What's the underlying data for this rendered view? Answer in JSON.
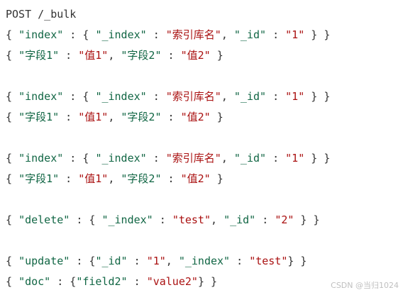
{
  "colors": {
    "key": "#116644",
    "string": "#aa1111",
    "punctuation": "#333333",
    "background": "#ffffff"
  },
  "code": {
    "request_line": "POST /_bulk",
    "lines": [
      [
        [
          "p",
          "{ "
        ],
        [
          "k",
          "\"index\""
        ],
        [
          "p",
          " : { "
        ],
        [
          "k",
          "\"_index\""
        ],
        [
          "p",
          " : "
        ],
        [
          "s",
          "\"索引库名\""
        ],
        [
          "p",
          ", "
        ],
        [
          "k",
          "\"_id\""
        ],
        [
          "p",
          " : "
        ],
        [
          "s",
          "\"1\""
        ],
        [
          "p",
          " } }"
        ]
      ],
      [
        [
          "p",
          "{ "
        ],
        [
          "k",
          "\"字段1\""
        ],
        [
          "p",
          " : "
        ],
        [
          "s",
          "\"值1\""
        ],
        [
          "p",
          ", "
        ],
        [
          "k",
          "\"字段2\""
        ],
        [
          "p",
          " : "
        ],
        [
          "s",
          "\"值2\""
        ],
        [
          "p",
          " }"
        ]
      ],
      [],
      [
        [
          "p",
          "{ "
        ],
        [
          "k",
          "\"index\""
        ],
        [
          "p",
          " : { "
        ],
        [
          "k",
          "\"_index\""
        ],
        [
          "p",
          " : "
        ],
        [
          "s",
          "\"索引库名\""
        ],
        [
          "p",
          ", "
        ],
        [
          "k",
          "\"_id\""
        ],
        [
          "p",
          " : "
        ],
        [
          "s",
          "\"1\""
        ],
        [
          "p",
          " } }"
        ]
      ],
      [
        [
          "p",
          "{ "
        ],
        [
          "k",
          "\"字段1\""
        ],
        [
          "p",
          " : "
        ],
        [
          "s",
          "\"值1\""
        ],
        [
          "p",
          ", "
        ],
        [
          "k",
          "\"字段2\""
        ],
        [
          "p",
          " : "
        ],
        [
          "s",
          "\"值2\""
        ],
        [
          "p",
          " }"
        ]
      ],
      [],
      [
        [
          "p",
          "{ "
        ],
        [
          "k",
          "\"index\""
        ],
        [
          "p",
          " : { "
        ],
        [
          "k",
          "\"_index\""
        ],
        [
          "p",
          " : "
        ],
        [
          "s",
          "\"索引库名\""
        ],
        [
          "p",
          ", "
        ],
        [
          "k",
          "\"_id\""
        ],
        [
          "p",
          " : "
        ],
        [
          "s",
          "\"1\""
        ],
        [
          "p",
          " } }"
        ]
      ],
      [
        [
          "p",
          "{ "
        ],
        [
          "k",
          "\"字段1\""
        ],
        [
          "p",
          " : "
        ],
        [
          "s",
          "\"值1\""
        ],
        [
          "p",
          ", "
        ],
        [
          "k",
          "\"字段2\""
        ],
        [
          "p",
          " : "
        ],
        [
          "s",
          "\"值2\""
        ],
        [
          "p",
          " }"
        ]
      ],
      [],
      [
        [
          "p",
          "{ "
        ],
        [
          "k",
          "\"delete\""
        ],
        [
          "p",
          " : { "
        ],
        [
          "k",
          "\"_index\""
        ],
        [
          "p",
          " : "
        ],
        [
          "s",
          "\"test\""
        ],
        [
          "p",
          ", "
        ],
        [
          "k",
          "\"_id\""
        ],
        [
          "p",
          " : "
        ],
        [
          "s",
          "\"2\""
        ],
        [
          "p",
          " } }"
        ]
      ],
      [],
      [
        [
          "p",
          "{ "
        ],
        [
          "k",
          "\"update\""
        ],
        [
          "p",
          " : {"
        ],
        [
          "k",
          "\"_id\""
        ],
        [
          "p",
          " : "
        ],
        [
          "s",
          "\"1\""
        ],
        [
          "p",
          ", "
        ],
        [
          "k",
          "\"_index\""
        ],
        [
          "p",
          " : "
        ],
        [
          "s",
          "\"test\""
        ],
        [
          "p",
          "} }"
        ]
      ],
      [
        [
          "p",
          "{ "
        ],
        [
          "k",
          "\"doc\""
        ],
        [
          "p",
          " : {"
        ],
        [
          "k",
          "\"field2\""
        ],
        [
          "p",
          " : "
        ],
        [
          "s",
          "\"value2\""
        ],
        [
          "p",
          "} }"
        ]
      ]
    ]
  },
  "watermark": "CSDN @当归1024"
}
